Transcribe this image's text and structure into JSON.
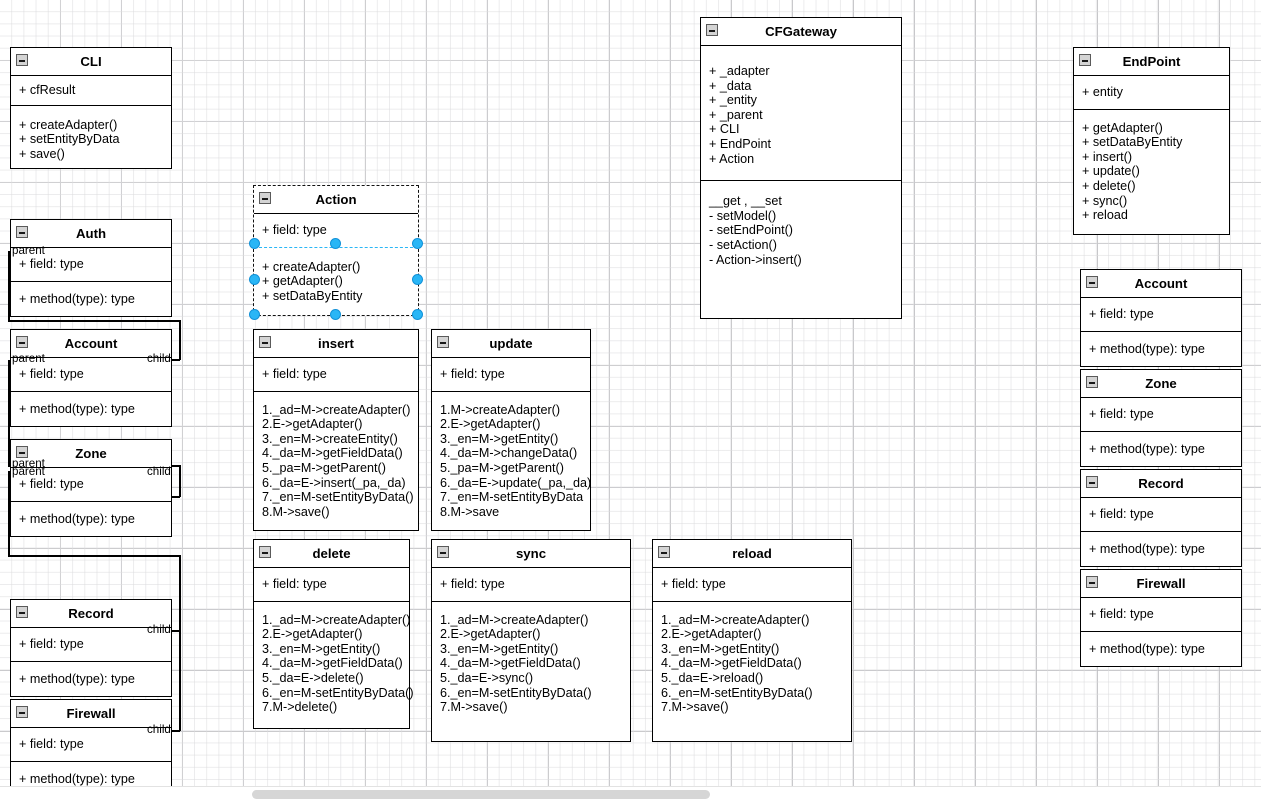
{
  "diagram": {
    "type": "uml-class-diagram",
    "icon": "collapse-minus-icon",
    "selection_color": "#29b6f6",
    "selected_class": "Action"
  },
  "classes": {
    "cli": {
      "name": "CLI",
      "attributes": [
        "+ cfResult"
      ],
      "methods": [
        "+ createAdapter()",
        "+ setEntityByData",
        "+ save()"
      ]
    },
    "auth": {
      "name": "Auth",
      "attributes": [
        "+ field: type"
      ],
      "methods": [
        "+ method(type): type"
      ]
    },
    "account_left": {
      "name": "Account",
      "attributes": [
        "+ field: type"
      ],
      "methods": [
        "+ method(type): type"
      ]
    },
    "zone_left": {
      "name": "Zone",
      "attributes": [
        "+ field: type"
      ],
      "methods": [
        "+ method(type): type"
      ]
    },
    "record_left": {
      "name": "Record",
      "attributes": [
        "+ field: type"
      ],
      "methods": [
        "+ method(type): type"
      ]
    },
    "firewall_left": {
      "name": "Firewall",
      "attributes": [
        "+ field: type"
      ],
      "methods": [
        "+ method(type): type"
      ]
    },
    "action": {
      "name": "Action",
      "attributes": [
        "+ field: type"
      ],
      "methods": [
        "+ createAdapter()",
        "+ getAdapter()",
        "+ setDataByEntity"
      ]
    },
    "insert": {
      "name": "insert",
      "attributes": [
        "+ field: type"
      ],
      "methods": [
        "1._ad=M->createAdapter()",
        "2.E->getAdapter()",
        "3._en=M->createEntity()",
        "4._da=M->getFieldData()",
        "5._pa=M->getParent()",
        "6._da=E->insert(_pa,_da)",
        "7._en=M-setEntityByData()",
        "8.M->save()"
      ]
    },
    "update": {
      "name": "update",
      "attributes": [
        "+ field: type"
      ],
      "methods": [
        "1.M->createAdapter()",
        "2.E->getAdapter()",
        "3._en=M->getEntity()",
        "4._da=M->changeData()",
        "5._pa=M->getParent()",
        "6._da=E->update(_pa,_da)",
        "7._en=M-setEntityByData",
        "8.M->save"
      ]
    },
    "delete": {
      "name": "delete",
      "attributes": [
        "+ field: type"
      ],
      "methods": [
        "1._ad=M->createAdapter()",
        "2.E->getAdapter()",
        "3._en=M->getEntity()",
        "4._da=M->getFieldData()",
        "5._da=E->delete()",
        "6._en=M-setEntityByData()",
        "7.M->delete()"
      ]
    },
    "sync": {
      "name": "sync",
      "attributes": [
        "+ field: type"
      ],
      "methods": [
        "1._ad=M->createAdapter()",
        "2.E->getAdapter()",
        "3._en=M->getEntity()",
        "4._da=M->getFieldData()",
        "5._da=E->sync()",
        "6._en=M-setEntityByData()",
        "7.M->save()"
      ]
    },
    "reload": {
      "name": "reload",
      "attributes": [
        "+ field: type"
      ],
      "methods": [
        "1._ad=M->createAdapter()",
        "2.E->getAdapter()",
        "3._en=M->getEntity()",
        "4._da=M->getFieldData()",
        "5._da=E->reload()",
        "6._en=M-setEntityByData()",
        "7.M->save()"
      ]
    },
    "cfgateway": {
      "name": "CFGateway",
      "attributes": [
        "+ _adapter",
        "+ _data",
        "+ _entity",
        "+ _parent",
        "+ CLI",
        "+ EndPoint",
        "+ Action"
      ],
      "methods": [
        "__get , __set",
        "- setModel()",
        "- setEndPoint()",
        "- setAction()",
        "- Action->insert()"
      ]
    },
    "endpoint": {
      "name": "EndPoint",
      "attributes": [
        "+  entity"
      ],
      "methods": [
        "+ getAdapter()",
        "+ setDataByEntity",
        "+ insert()",
        "+ update()",
        "+ delete()",
        "+ sync()",
        "+ reload"
      ]
    },
    "account_right": {
      "name": "Account",
      "attributes": [
        "+ field: type"
      ],
      "methods": [
        "+ method(type): type"
      ]
    },
    "zone_right": {
      "name": "Zone",
      "attributes": [
        "+ field: type"
      ],
      "methods": [
        "+ method(type): type"
      ]
    },
    "record_right": {
      "name": "Record",
      "attributes": [
        "+ field: type"
      ],
      "methods": [
        "+ method(type): type"
      ]
    },
    "firewall_right": {
      "name": "Firewall",
      "attributes": [
        "+ field: type"
      ],
      "methods": [
        "+ method(type): type"
      ]
    }
  },
  "links": {
    "labels": {
      "parent_auth": "parent",
      "child_account": "child",
      "parent_account": "parent",
      "child_zone": "child",
      "parent_zone_a": "parent",
      "parent_zone_b": "parent",
      "child_record": "child",
      "child_firewall": "child"
    }
  }
}
